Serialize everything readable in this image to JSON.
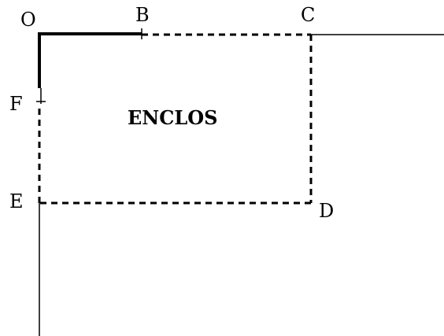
{
  "diagram": {
    "points": {
      "O": "O",
      "B": "B",
      "C": "C",
      "D": "D",
      "E": "E",
      "F": "F"
    },
    "area_label": "ENCLOS"
  },
  "colors": {
    "stroke": "#000000",
    "background": "#ffffff"
  }
}
